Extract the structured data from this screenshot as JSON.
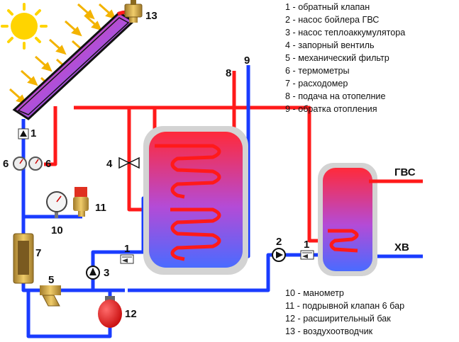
{
  "legend_top": [
    "1 - обратный клапан",
    "2 - насос бойлера ГВС",
    "3 - насос теплоаккумулятора",
    "4 - запорный вентиль",
    "5 - механический фильтр",
    "6 - термометры",
    "7 - расходомер",
    "8 - подача на отопелние",
    "9 - обратка отопления"
  ],
  "legend_bottom": [
    "10 - манометр",
    "11 - подрывной клапан 6 бар",
    "12 - расширительный бак",
    "13 - воздухоотводчик"
  ],
  "labels": {
    "collector_air_vent": "13",
    "check_valve_top": "1",
    "thermometer_left": "6",
    "thermometer_right": "6",
    "shutoff_valve": "4",
    "safety_valve": "11",
    "manometer": "10",
    "flowmeter": "7",
    "filter": "5",
    "expansion_tank": "12",
    "pump_accumulator": "3",
    "check_valve_accumulator": "1",
    "pump_dhw": "2",
    "check_valve_dhw": "1",
    "heating_supply": "8",
    "heating_return": "9",
    "dhw_out": "ГВС",
    "cold_water_in": "ХВ"
  },
  "colors": {
    "hot_pipe": "#ff1a1a",
    "cold_pipe": "#1a3cff",
    "sun": "#ffd400",
    "sun_rays": "#f3b300",
    "tank_shell": "#cfcfcf"
  }
}
